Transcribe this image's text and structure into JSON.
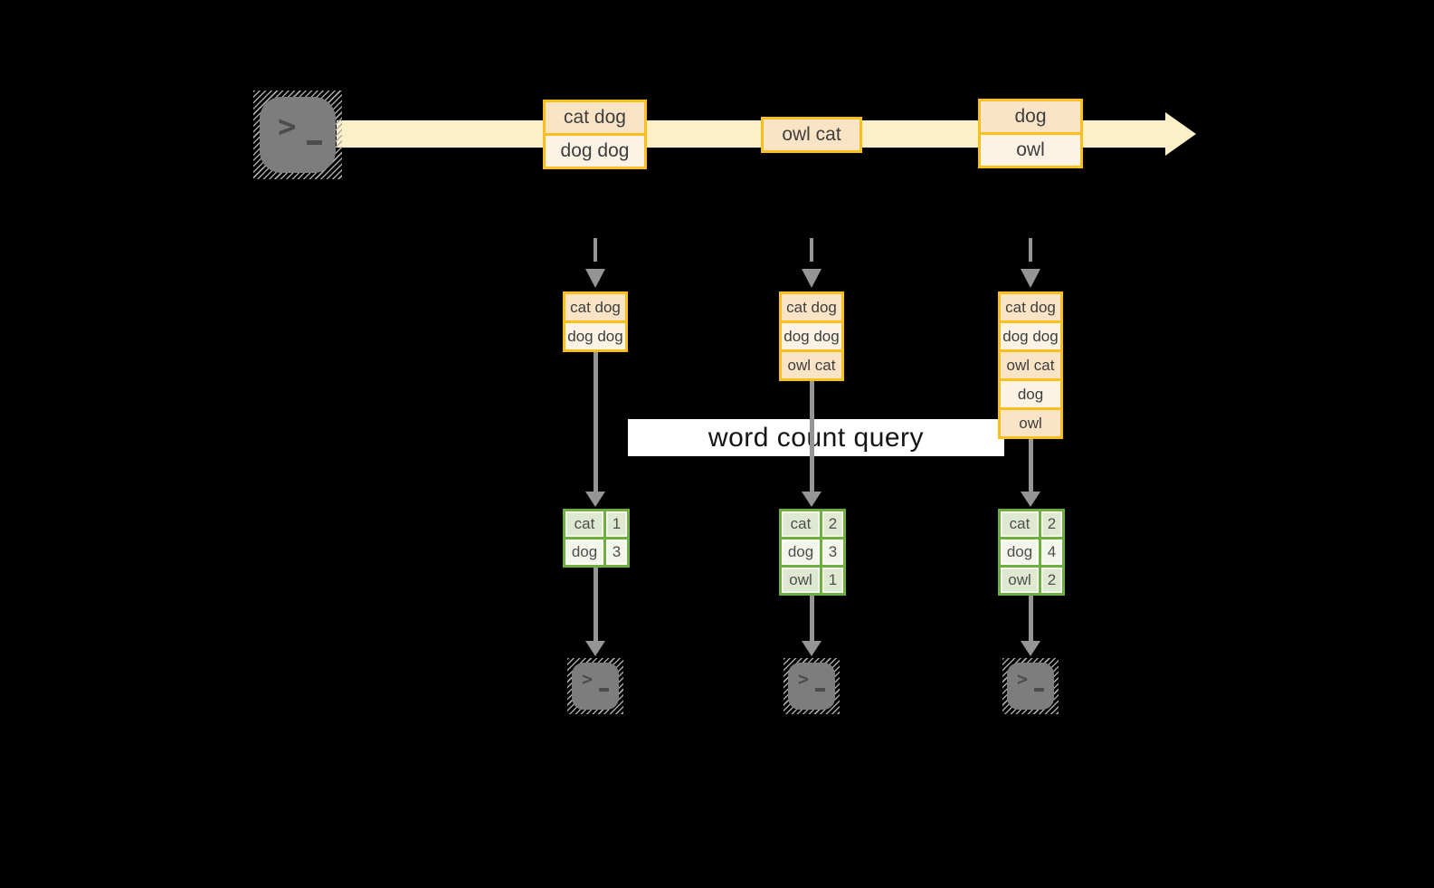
{
  "colors": {
    "background": "#000000",
    "stream_fill": "#FCF0C9",
    "box_border": "#FBBF1C",
    "box_fill_dark": "#FBE3C6",
    "box_fill_light": "#FCF3E4",
    "table_border": "#6FAE41",
    "table_fill_dark": "#DFE8D1",
    "table_fill_light": "#F2F6EC",
    "arrow": "#959595",
    "terminal_fill": "#7D7D7D",
    "terminal_glyph": "#4C4C4C",
    "label_bg": "#FFFFFF",
    "label_text": "#141414",
    "text_dark": "#3E3E3E"
  },
  "stream": {
    "events": [
      {
        "lines": [
          "cat dog",
          "dog dog"
        ]
      },
      {
        "lines": [
          "owl cat"
        ]
      },
      {
        "lines": [
          "dog",
          "owl"
        ]
      }
    ]
  },
  "query": {
    "label": "word count query"
  },
  "pipelines": [
    {
      "buffer": [
        "cat dog",
        "dog dog"
      ],
      "counts": [
        {
          "word": "cat",
          "count": 1
        },
        {
          "word": "dog",
          "count": 3
        }
      ]
    },
    {
      "buffer": [
        "cat dog",
        "dog dog",
        "owl cat"
      ],
      "counts": [
        {
          "word": "cat",
          "count": 2
        },
        {
          "word": "dog",
          "count": 3
        },
        {
          "word": "owl",
          "count": 1
        }
      ]
    },
    {
      "buffer": [
        "cat dog",
        "dog dog",
        "owl cat",
        "dog",
        "owl"
      ],
      "counts": [
        {
          "word": "cat",
          "count": 2
        },
        {
          "word": "dog",
          "count": 4
        },
        {
          "word": "owl",
          "count": 2
        }
      ]
    }
  ]
}
